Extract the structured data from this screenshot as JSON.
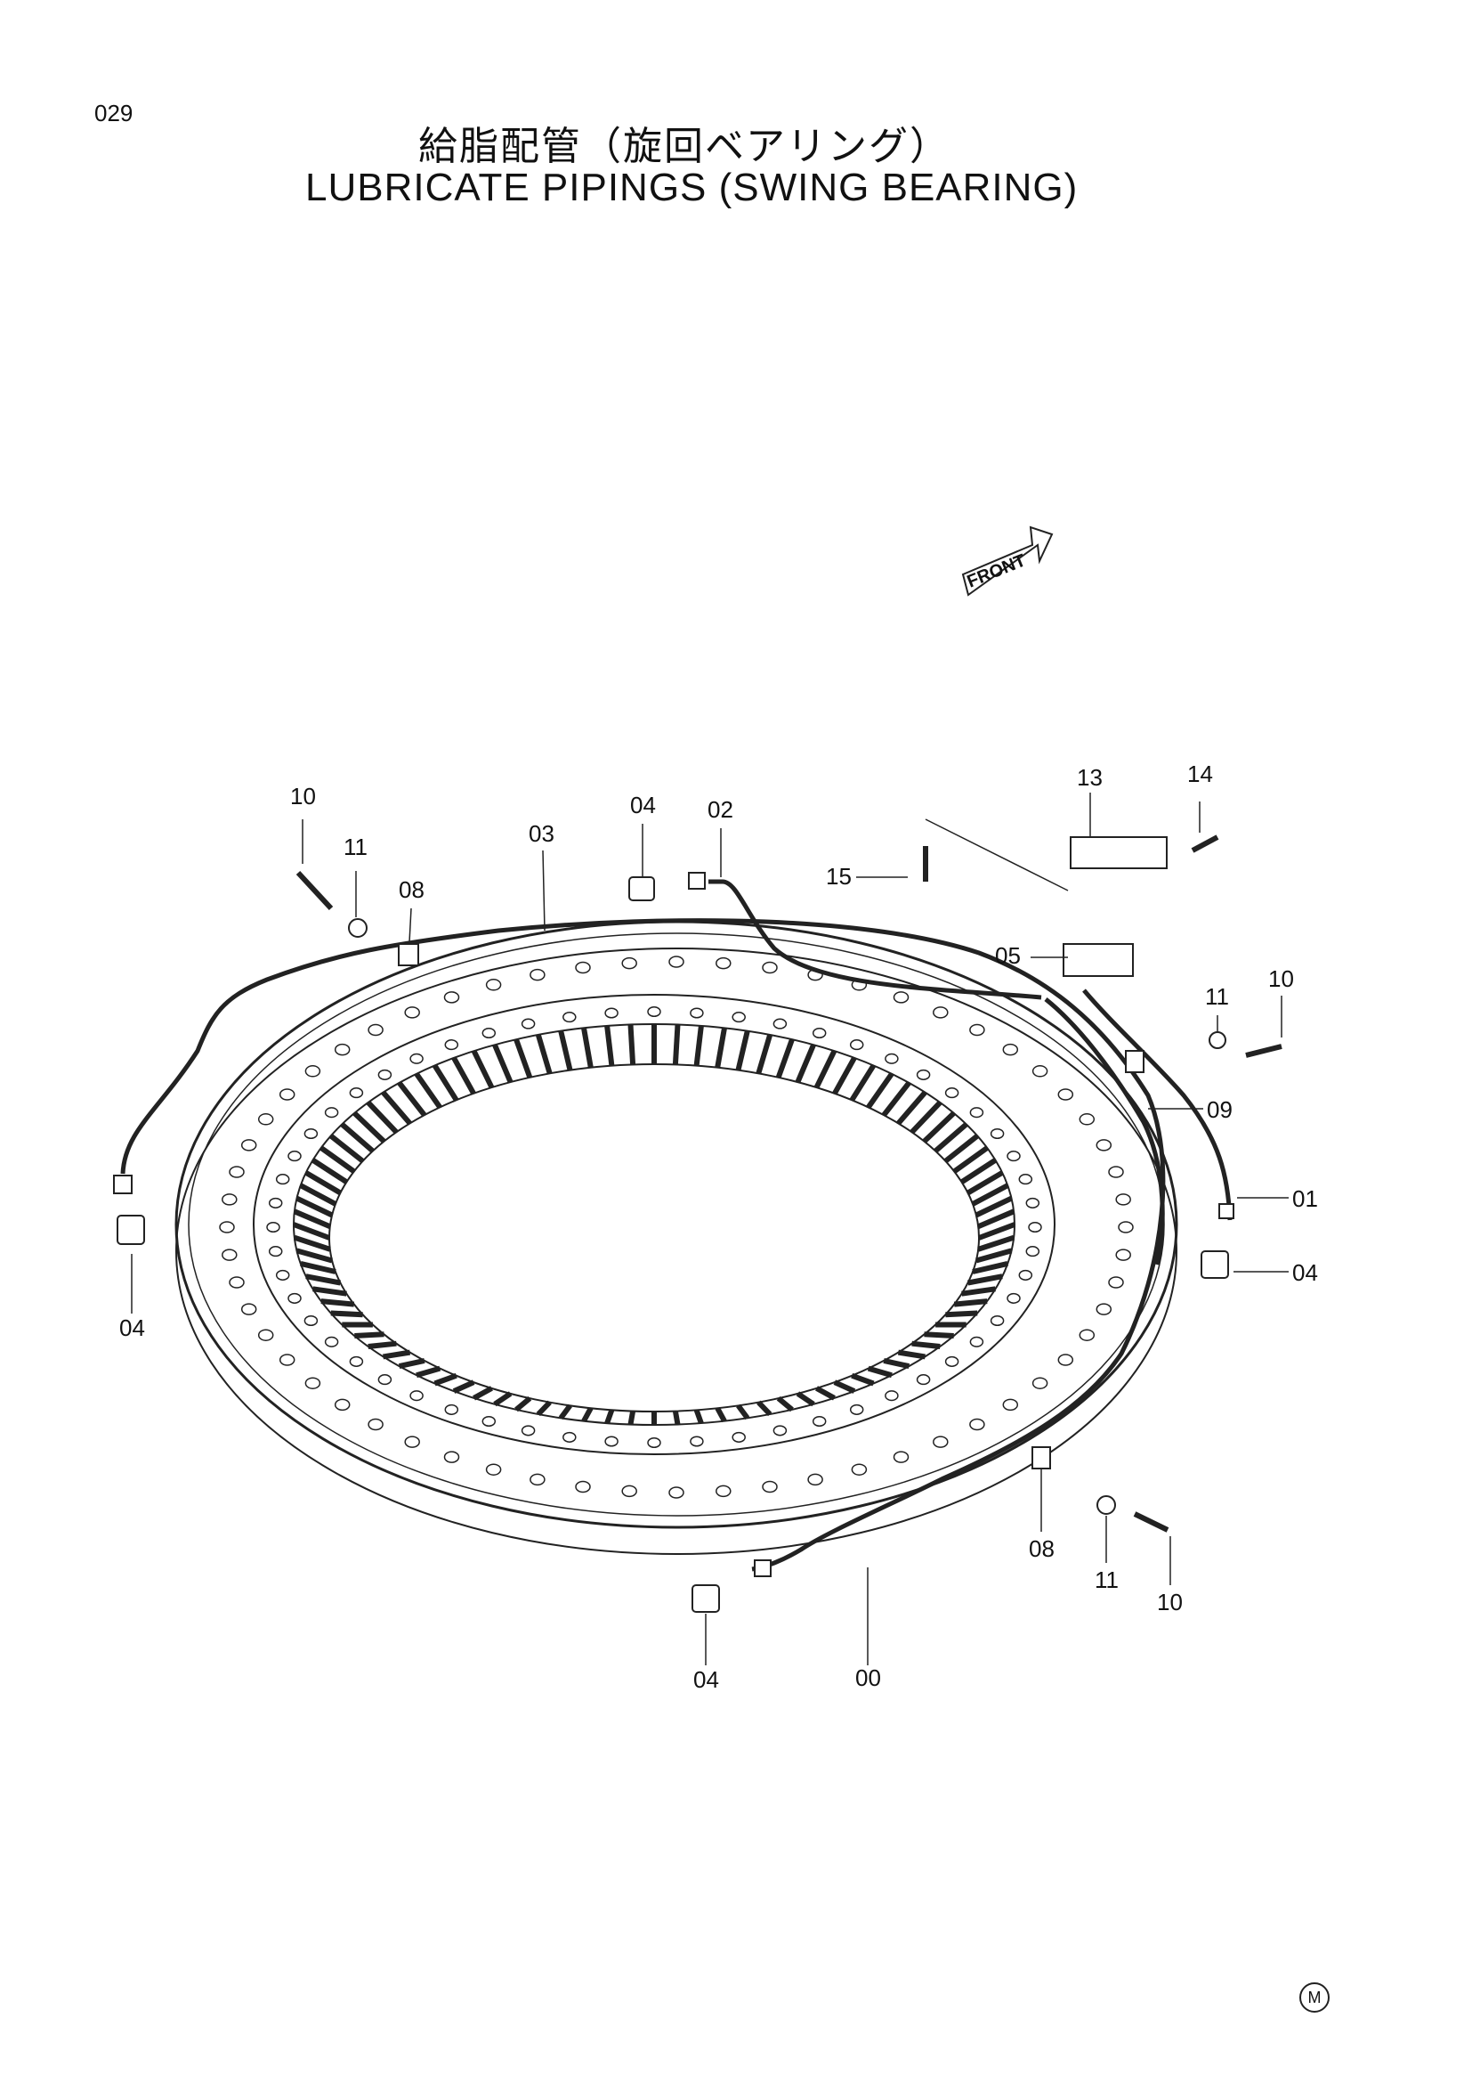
{
  "page": {
    "number": "029",
    "title_ja": "給脂配管（旋回ベアリング）",
    "title_en": "LUBRICATE PIPINGS (SWING BEARING)",
    "mark": "M"
  },
  "diagram": {
    "front_label": "FRONT",
    "callouts": [
      "10",
      "11",
      "08",
      "03",
      "04",
      "02",
      "15",
      "13",
      "14",
      "05",
      "11",
      "10",
      "09",
      "01",
      "04",
      "04",
      "08",
      "11",
      "10",
      "04",
      "00"
    ]
  }
}
